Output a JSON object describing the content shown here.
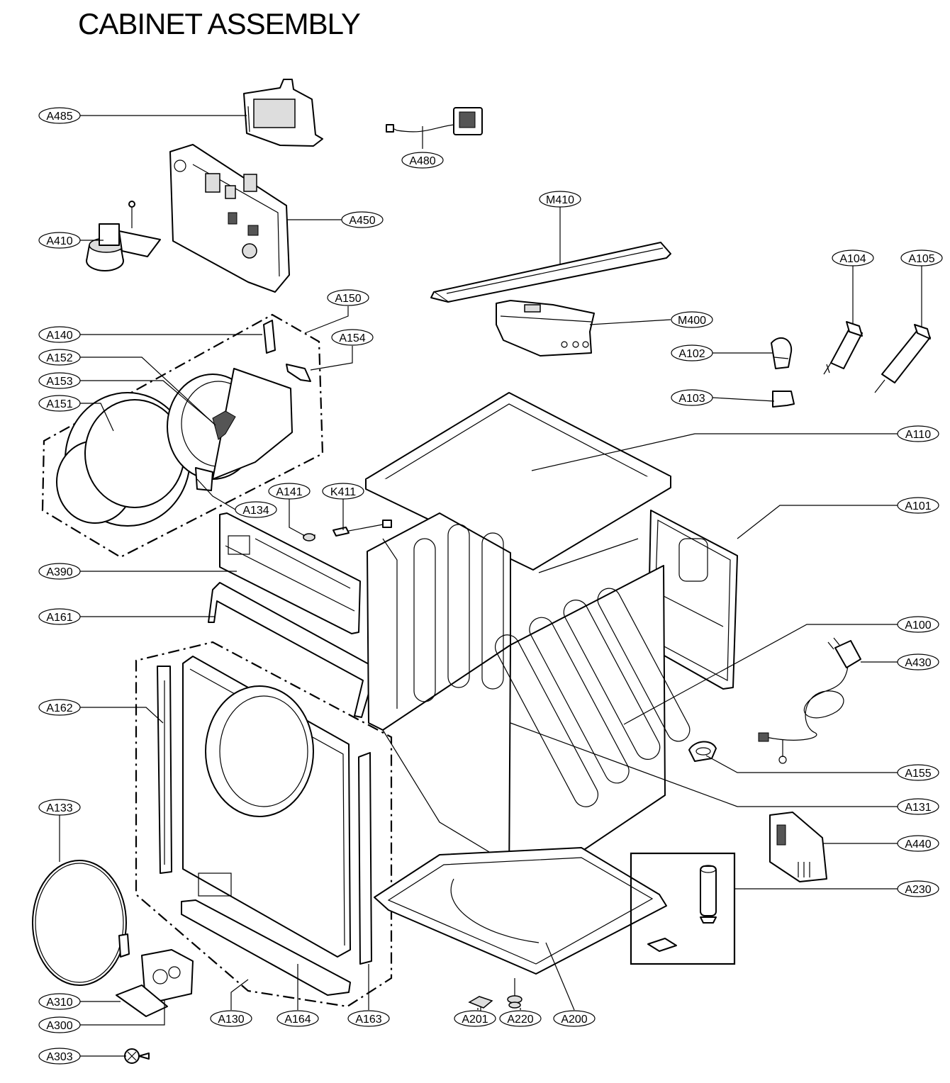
{
  "title": "CABINET ASSEMBLY",
  "labels": {
    "A485": "A485",
    "A480": "A480",
    "A450": "A450",
    "A410": "A410",
    "M410": "M410",
    "A104": "A104",
    "A105": "A105",
    "A150": "A150",
    "A140": "A140",
    "A154": "A154",
    "M400": "M400",
    "A152": "A152",
    "A102": "A102",
    "A153": "A153",
    "A151": "A151",
    "A103": "A103",
    "A110": "A110",
    "A141": "A141",
    "K411": "K411",
    "A134": "A134",
    "A101": "A101",
    "A390": "A390",
    "A161": "A161",
    "A100": "A100",
    "A430": "A430",
    "A162": "A162",
    "A155": "A155",
    "A131": "A131",
    "A133": "A133",
    "A440": "A440",
    "A230": "A230",
    "A310": "A310",
    "A300": "A300",
    "A130": "A130",
    "A164": "A164",
    "A163": "A163",
    "A201": "A201",
    "A220": "A220",
    "A200": "A200",
    "A303": "A303"
  }
}
